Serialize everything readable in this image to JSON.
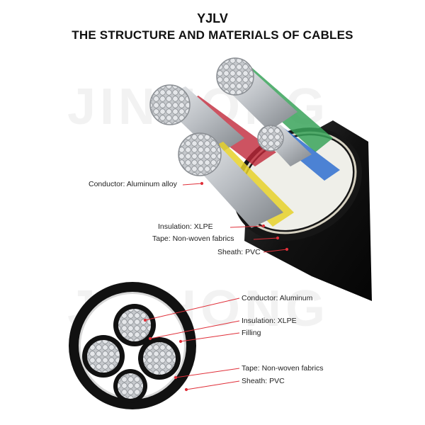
{
  "header": {
    "model": "YJLV",
    "title": "THE STRUCTURE AND MATERIALS OF CABLES"
  },
  "watermark": "JINHONG",
  "perspective_labels": {
    "conductor": "Conductor: Aluminum alloy",
    "insulation": "Insulation: XLPE",
    "tape": "Tape: Non-woven fabrics",
    "sheath": "Sheath: PVC"
  },
  "cross_section_labels": {
    "conductor": "Conductor: Aluminum",
    "insulation": "Insulation: XLPE",
    "filling": "Filling",
    "tape": "Tape: Non-woven fabrics",
    "sheath": "Sheath: PVC"
  },
  "colors": {
    "leader_line": "#e0303a",
    "sheath": "#0d0d0d",
    "insulation": "#111111",
    "filling": "#ffffff",
    "aluminum": "#c9ccd0",
    "core_green": "#3aa35a",
    "core_red": "#c0283a",
    "core_blue": "#2f6fd0",
    "core_yellow": "#e6d12a"
  }
}
